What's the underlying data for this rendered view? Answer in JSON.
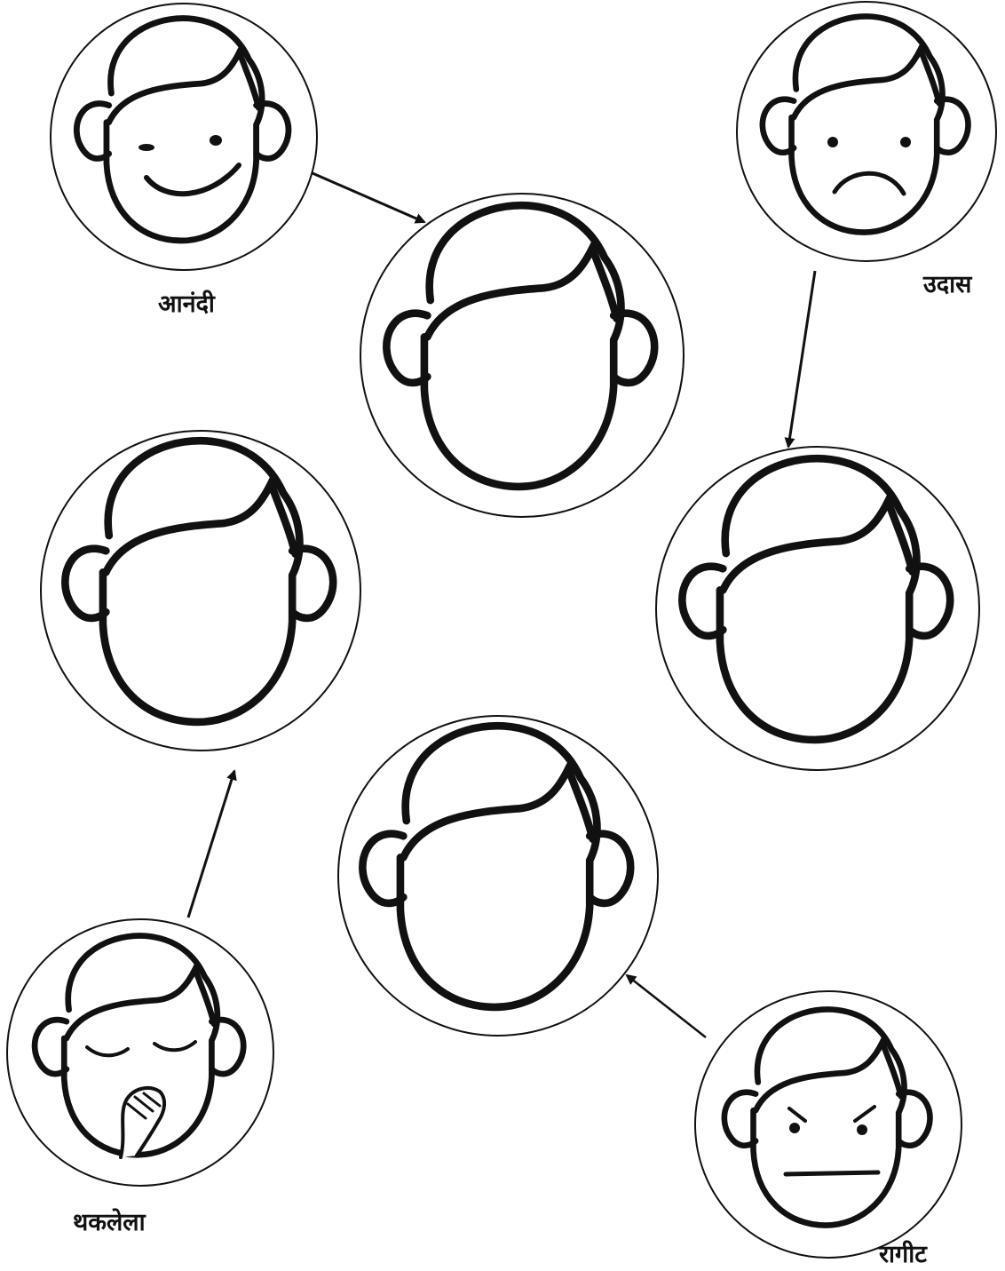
{
  "labels": {
    "happy": "आनंदी",
    "sad": "उदास",
    "tired": "थकलेला",
    "angry": "रागीट"
  },
  "colors": {
    "ink": "#111111",
    "background": "#ffffff"
  },
  "faces": [
    {
      "id": "happy",
      "expression": "happy"
    },
    {
      "id": "sad",
      "expression": "sad"
    },
    {
      "id": "tired",
      "expression": "tired-yawning"
    },
    {
      "id": "angry",
      "expression": "angry"
    },
    {
      "id": "blank-1",
      "expression": "blank"
    },
    {
      "id": "blank-2",
      "expression": "blank"
    },
    {
      "id": "blank-3",
      "expression": "blank"
    },
    {
      "id": "blank-4",
      "expression": "blank"
    }
  ]
}
